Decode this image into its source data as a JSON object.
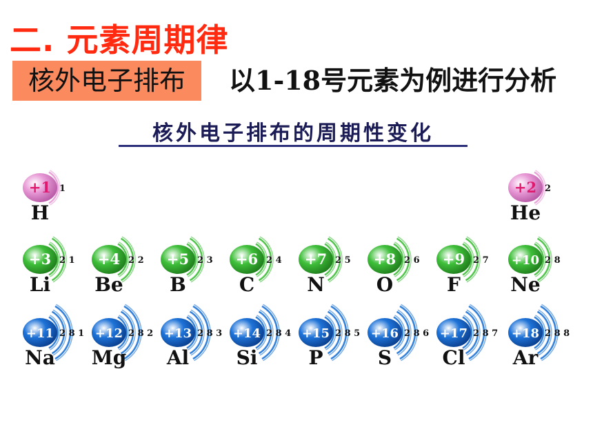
{
  "header": {
    "title": "二. 元素周期律",
    "tag": "核外电子排布",
    "subtitle": "以1-18号元素为例进行分析"
  },
  "figure": {
    "title": "核外电子排布的周期性变化"
  },
  "colors": {
    "title": "#ff2a10",
    "tag_bg": "#fb8a5e",
    "period1": "#e89ad6",
    "period2": "#3fbf3a",
    "period3": "#1e73d8"
  },
  "elements": [
    {
      "symbol": "H",
      "nucleus": "+1",
      "shells": "1"
    },
    {
      "symbol": "He",
      "nucleus": "+2",
      "shells": "2"
    },
    {
      "symbol": "Li",
      "nucleus": "+3",
      "shells": "2 1"
    },
    {
      "symbol": "Be",
      "nucleus": "+4",
      "shells": "2 2"
    },
    {
      "symbol": "B",
      "nucleus": "+5",
      "shells": "2 3"
    },
    {
      "symbol": "C",
      "nucleus": "+6",
      "shells": "2 4"
    },
    {
      "symbol": "N",
      "nucleus": "+7",
      "shells": "2 5"
    },
    {
      "symbol": "O",
      "nucleus": "+8",
      "shells": "2 6"
    },
    {
      "symbol": "F",
      "nucleus": "+9",
      "shells": "2 7"
    },
    {
      "symbol": "Ne",
      "nucleus": "+10",
      "shells": "2 8"
    },
    {
      "symbol": "Na",
      "nucleus": "+11",
      "shells": "2 8 1"
    },
    {
      "symbol": "Mg",
      "nucleus": "+12",
      "shells": "2 8 2"
    },
    {
      "symbol": "Al",
      "nucleus": "+13",
      "shells": "2 8 3"
    },
    {
      "symbol": "Si",
      "nucleus": "+14",
      "shells": "2 8 4"
    },
    {
      "symbol": "P",
      "nucleus": "+15",
      "shells": "2 8 5"
    },
    {
      "symbol": "S",
      "nucleus": "+16",
      "shells": "2 8 6"
    },
    {
      "symbol": "Cl",
      "nucleus": "+17",
      "shells": "2 8 7"
    },
    {
      "symbol": "Ar",
      "nucleus": "+18",
      "shells": "2 8 8"
    }
  ]
}
